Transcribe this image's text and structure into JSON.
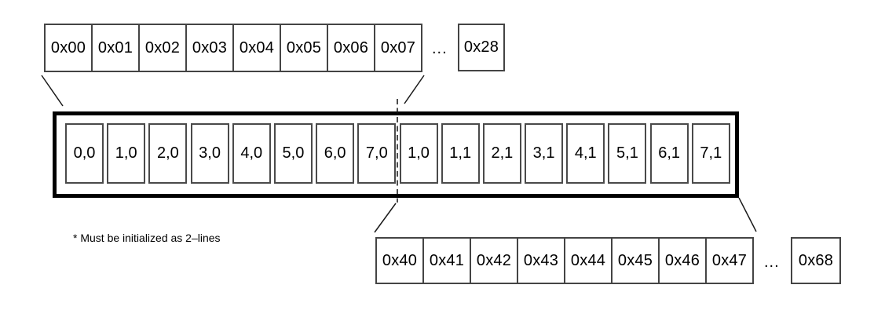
{
  "top_address_row": {
    "cells": [
      "0x00",
      "0x01",
      "0x02",
      "0x03",
      "0x04",
      "0x05",
      "0x06",
      "0x07"
    ],
    "ellipsis": "...",
    "last_cell": "0x28"
  },
  "cache_line": {
    "cells": [
      "0,0",
      "1,0",
      "2,0",
      "3,0",
      "4,0",
      "5,0",
      "6,0",
      "7,0",
      "1,0",
      "1,1",
      "2,1",
      "3,1",
      "4,1",
      "5,1",
      "6,1",
      "7,1"
    ]
  },
  "bottom_address_row": {
    "cells": [
      "0x40",
      "0x41",
      "0x42",
      "0x43",
      "0x44",
      "0x45",
      "0x46",
      "0x47"
    ],
    "ellipsis": "...",
    "last_cell": "0x68"
  },
  "note": "* Must be initialized as 2–lines",
  "colors": {
    "background": "#ffffff",
    "thin_border": "#444444",
    "inner_cell_border": "#4a4a4a",
    "thick_border": "#000000",
    "text": "#000000",
    "connector_line": "#1a1a1a"
  }
}
